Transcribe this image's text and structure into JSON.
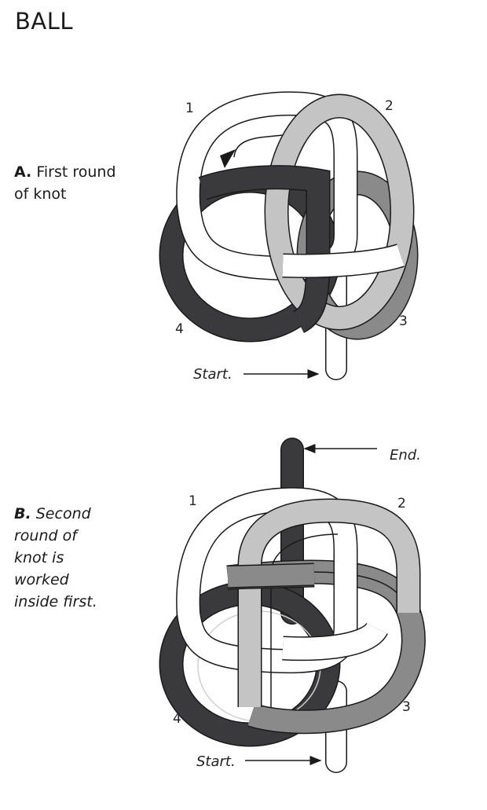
{
  "title": "BALL",
  "figure_a": {
    "label": "A.",
    "caption_lines": [
      "First round",
      "of knot"
    ],
    "numbers": [
      "1",
      "2",
      "3",
      "4"
    ],
    "start_label": "Start."
  },
  "figure_b": {
    "label": "B.",
    "caption_lines": [
      "Second",
      "round of",
      "knot is",
      "worked",
      "inside first."
    ],
    "numbers": [
      "1",
      "2",
      "3",
      "4"
    ],
    "start_label": "Start.",
    "end_label": "End."
  },
  "colors": {
    "white_cord": "#ffffff",
    "light_cord": "#c4c4c4",
    "mid_cord": "#8a8a8a",
    "dark_cord": "#3a3a3c",
    "outline": "#1a1a1a"
  }
}
